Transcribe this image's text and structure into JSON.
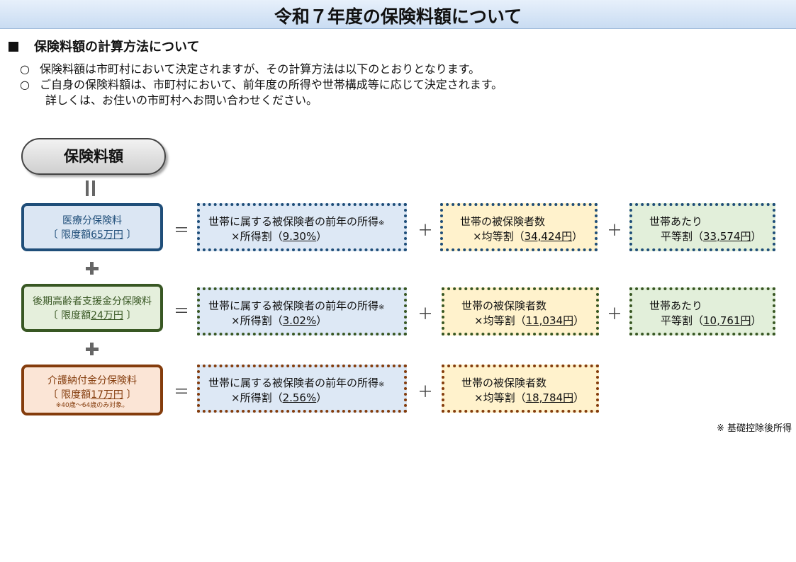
{
  "title": "令和７年度の保険料額について",
  "section_heading": "保険料額の計算方法について",
  "paragraphs": [
    {
      "bullet": "○",
      "text": "保険料額は市町村において決定されますが、その計算方法は以下のとおりとなります。"
    },
    {
      "bullet": "○",
      "text": "ご自身の保険料額は、市町村において、前年度の所得や世帯構成等に応じて決定されます。"
    }
  ],
  "paragraph_continuation": "詳しくは、お住いの市町村へお問い合わせください。",
  "total_label": "保険料額",
  "rows": [
    {
      "name": "医療分保険料",
      "limit_prefix": "〔 限度額",
      "limit_value": "65万円",
      "limit_suffix": " 〕",
      "note": "",
      "color_fill": "#dbe6f3",
      "color_border": "#1f4e79",
      "text_color": "#1f4e79",
      "income": {
        "line1": "世帯に属する被保険者の前年の所得",
        "mark": "※",
        "prefix": "×所得割（",
        "value": "9.30%",
        "suffix": "）"
      },
      "per_capita": {
        "line1": "世帯の被保険者数",
        "prefix": "×均等割（",
        "value": "34,424円",
        "suffix": "）"
      },
      "per_household": {
        "line1": "世帯あたり",
        "prefix": "平等割（",
        "value": "33,574円",
        "suffix": "）"
      }
    },
    {
      "name": "後期高齢者支援金分保険料",
      "limit_prefix": "〔 限度額",
      "limit_value": "24万円",
      "limit_suffix": " 〕",
      "note": "",
      "color_fill": "#e5efdc",
      "color_border": "#385723",
      "text_color": "#385723",
      "income": {
        "line1": "世帯に属する被保険者の前年の所得",
        "mark": "※",
        "prefix": "×所得割（",
        "value": "3.02%",
        "suffix": "）"
      },
      "per_capita": {
        "line1": "世帯の被保険者数",
        "prefix": "×均等割（",
        "value": "11,034円",
        "suffix": "）"
      },
      "per_household": {
        "line1": "世帯あたり",
        "prefix": "平等割（",
        "value": "10,761円",
        "suffix": "）"
      }
    },
    {
      "name": "介護納付金分保険料",
      "limit_prefix": "〔 限度額",
      "limit_value": "17万円",
      "limit_suffix": " 〕",
      "note": "※40歳～64歳のみ対象。",
      "color_fill": "#fbe5d6",
      "color_border": "#843c0c",
      "text_color": "#843c0c",
      "income": {
        "line1": "世帯に属する被保険者の前年の所得",
        "mark": "※",
        "prefix": "×所得割（",
        "value": "2.56%",
        "suffix": "）"
      },
      "per_capita": {
        "line1": "世帯の被保険者数",
        "prefix": "×均等割（",
        "value": "18,784円",
        "suffix": "）"
      }
    }
  ],
  "operators": {
    "equals": "＝",
    "plus": "＋"
  },
  "box_colors": {
    "income_fill": "#dde8f5",
    "per_capita_fill": "#fff2cc",
    "per_household_fill": "#e2efda"
  },
  "footnote": "※ 基礎控除後所得"
}
